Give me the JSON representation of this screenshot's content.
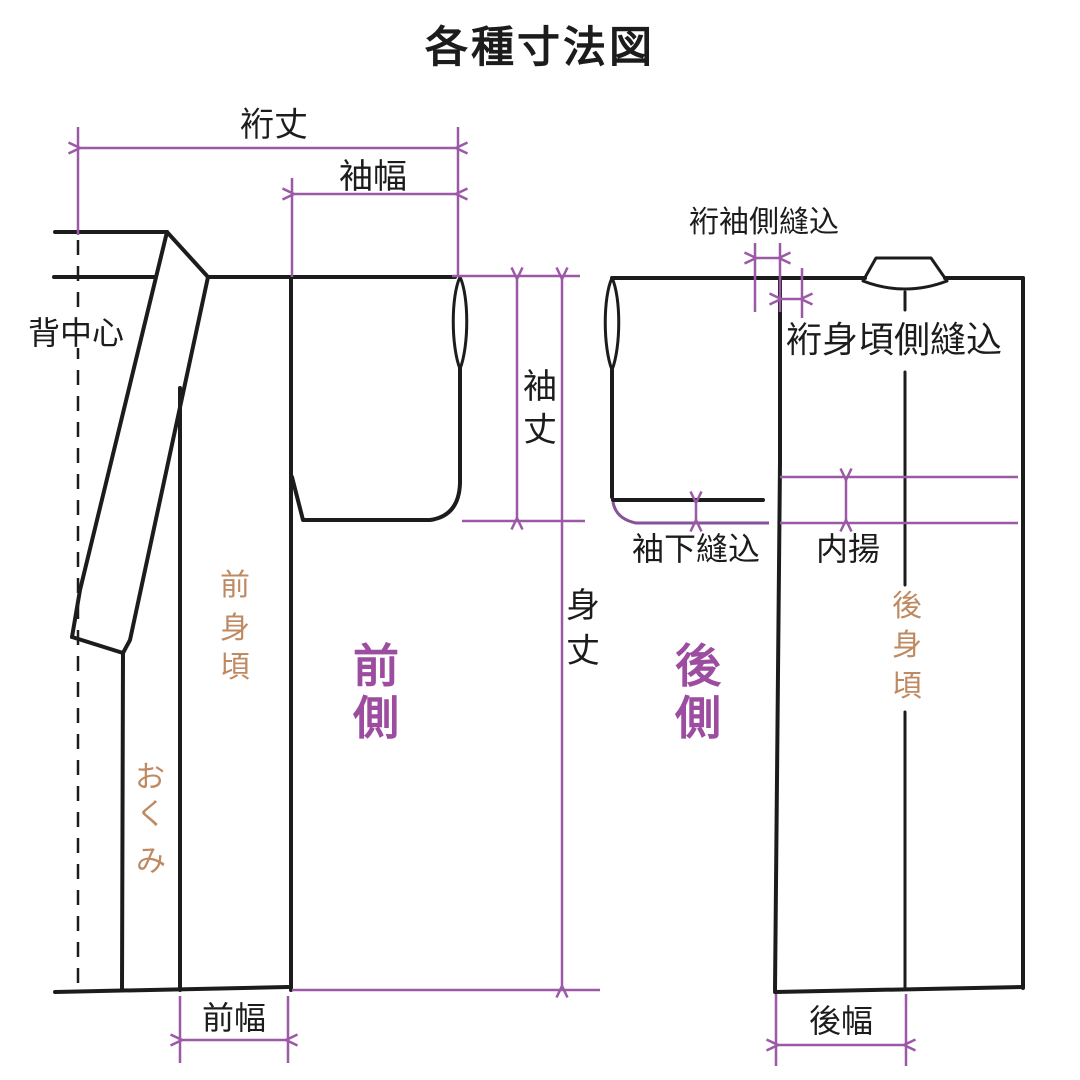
{
  "title": "各種寸法図",
  "colors": {
    "garment_line": "#1c1c1c",
    "dimension_purple": "#9b59a6",
    "side_label_purple": "#9c4da0",
    "panel_label_brown": "#bf8a62"
  },
  "front_view": {
    "side_label": {
      "chars": [
        "前",
        "側"
      ]
    },
    "panel_label": {
      "chars": [
        "前",
        "身",
        "頃"
      ]
    },
    "okumi_label": {
      "chars": [
        "お",
        "く",
        "み"
      ]
    },
    "back_center_label": "背中心",
    "dimensions": {
      "yuki": "裄丈",
      "sleeve_width": "袖幅",
      "sleeve_length": {
        "chars": [
          "袖",
          "丈"
        ]
      },
      "body_length": {
        "chars": [
          "身",
          "丈"
        ]
      },
      "front_width": "前幅"
    }
  },
  "back_view": {
    "side_label": {
      "chars": [
        "後",
        "側"
      ]
    },
    "panel_label": {
      "chars": [
        "後",
        "身",
        "頃"
      ]
    },
    "dimensions": {
      "yuki_sleeve_side_seam": "裄袖側縫込",
      "yuki_body_side_seam": "裄身頃側縫込",
      "sleeve_bottom_seam": "袖下縫込",
      "inner_tuck": "内揚",
      "back_width": "後幅"
    }
  }
}
